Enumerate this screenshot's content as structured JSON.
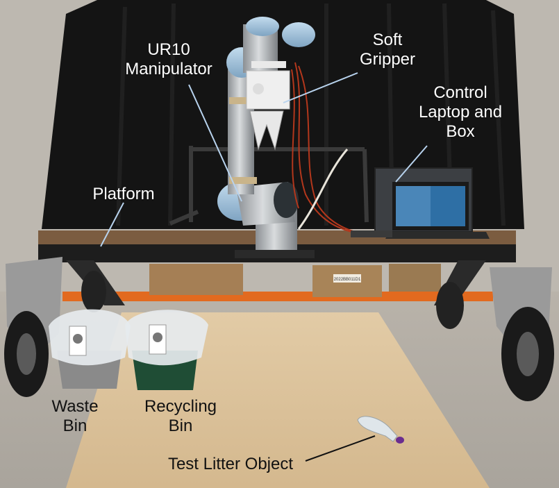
{
  "labels": {
    "manipulator": "UR10\nManipulator",
    "gripper": "Soft\nGripper",
    "laptop": "Control\nLaptop and\nBox",
    "platform": "Platform",
    "waste_bin": "Waste\nBin",
    "recycling_bin": "Recycling\nBin",
    "litter": "Test Litter Object"
  },
  "box_label": "2022BB011D1",
  "colors": {
    "label_text": "#ffffff",
    "label_text_dark": "#111111",
    "pointer_line": "#b8d3ee",
    "curtain": "#141414",
    "floor": "#d8c29f",
    "orange_frame": "#e26a1f",
    "green_bin": "#1f4d35"
  }
}
